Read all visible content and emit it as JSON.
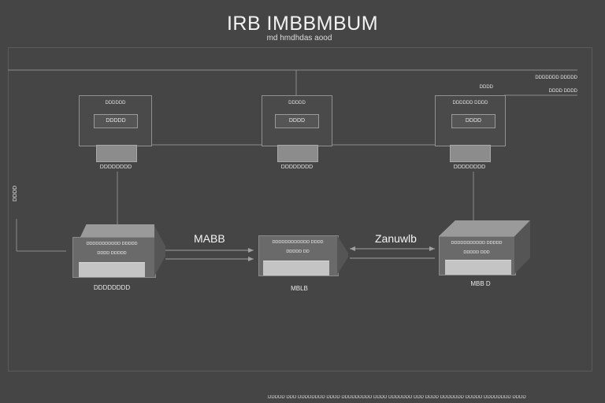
{
  "title": "IRB IMBBMBUM",
  "subtitle": "md hmdhdas aood",
  "legend": [
    "DDDD",
    "DDDDDDD DDDDD",
    "DDDD DDDD"
  ],
  "side_label": "DDDD",
  "top_boxes": [
    {
      "label": "DDDDDD",
      "inner": "DDDDD",
      "under": "DDDDDDDD"
    },
    {
      "label": "DDDDD",
      "inner": "DDDD",
      "under": "DDDDDDDD"
    },
    {
      "label": "DDDDDD DDDD",
      "inner": "DDDD",
      "under": "DDDDDDDD"
    }
  ],
  "devices": [
    {
      "line1": "DDDDDDDDDDD DDDDD",
      "line2": "DDDD DDDDD",
      "label": "DDDDDDDD"
    },
    {
      "line1": "DDDDDDDDDDDD DDDD",
      "line2": "DDDDD DD",
      "label": "MBLB"
    },
    {
      "line1": "DDDDDDDDDDD DDDDD",
      "line2": "DDDDD DDD",
      "label": "MBB D"
    }
  ],
  "arrows": [
    "MABB",
    "Zanuwlb"
  ],
  "footer": "DDDDD DDD DDDDDDDD DDDD DDDDDDDDD DDDD DDDDDDD DDD DDDD DDDDDDD DDDDD DDDDDDDD DDDD"
}
